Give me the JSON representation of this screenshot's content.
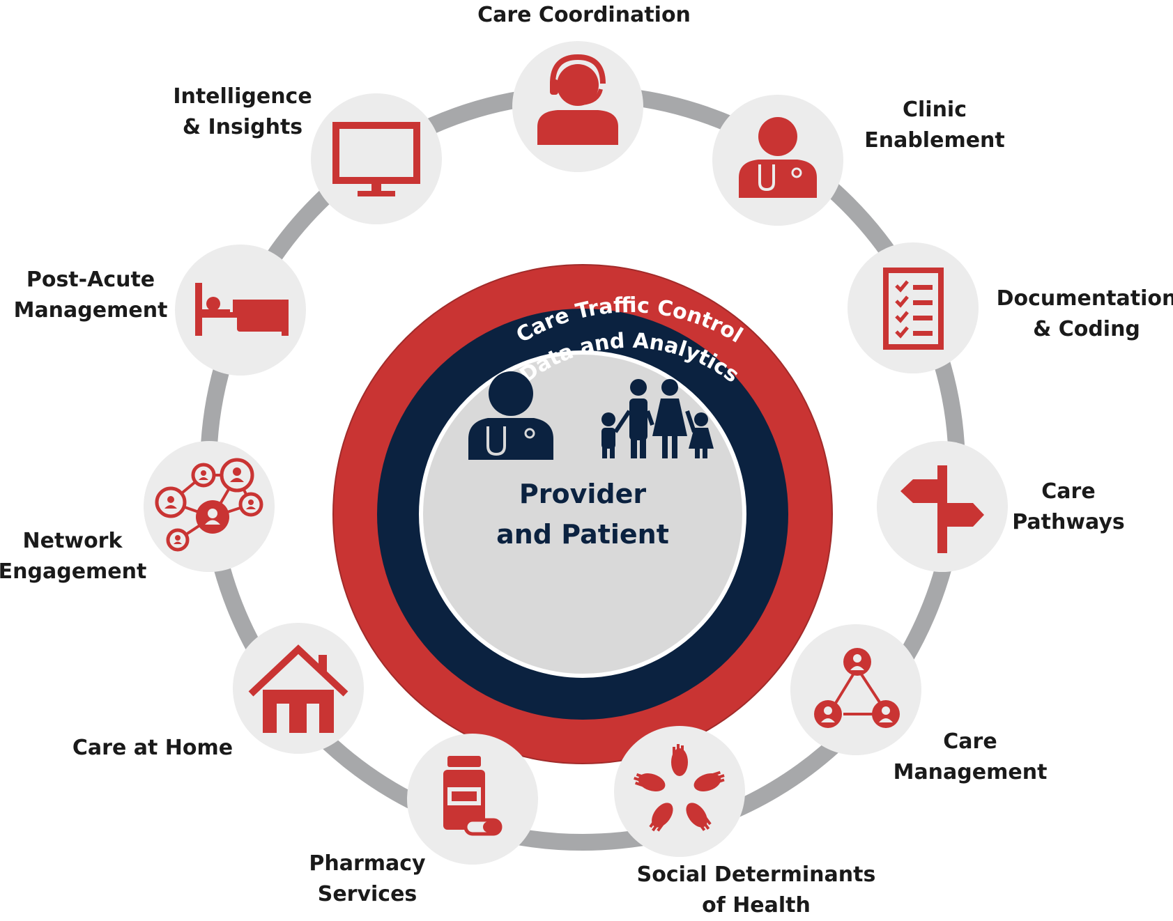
{
  "colors": {
    "accent_red": "#c93433",
    "navy": "#0b2240",
    "ring_gray": "#a7a8aa",
    "node_fill": "#ececec",
    "center_fill": "#d9d9d9"
  },
  "rings": {
    "outer_label": "Care Traffic Control",
    "inner_label": "Data and Analytics"
  },
  "center": {
    "title_line1": "Provider",
    "title_line2": "and Patient",
    "icons": [
      "provider-icon",
      "family-icon"
    ]
  },
  "nodes": [
    {
      "id": "care-coordination",
      "icon": "headset-user-icon",
      "label_lines": [
        "Care Coordination"
      ]
    },
    {
      "id": "clinic-enablement",
      "icon": "doctor-icon",
      "label_lines": [
        "Clinic",
        "Enablement"
      ]
    },
    {
      "id": "documentation-coding",
      "icon": "checklist-icon",
      "label_lines": [
        "Documentation",
        "& Coding"
      ]
    },
    {
      "id": "care-pathways",
      "icon": "signpost-icon",
      "label_lines": [
        "Care",
        "Pathways"
      ]
    },
    {
      "id": "care-management",
      "icon": "team-triangle-icon",
      "label_lines": [
        "Care",
        "Management"
      ]
    },
    {
      "id": "social-determinants",
      "icon": "hands-circle-icon",
      "label_lines": [
        "Social Determinants",
        "of Health"
      ]
    },
    {
      "id": "pharmacy-services",
      "icon": "pill-bottle-icon",
      "label_lines": [
        "Pharmacy",
        "Services"
      ]
    },
    {
      "id": "care-at-home",
      "icon": "house-icon",
      "label_lines": [
        "Care at Home"
      ]
    },
    {
      "id": "network-engagement",
      "icon": "network-icon",
      "label_lines": [
        "Network",
        "Engagement"
      ]
    },
    {
      "id": "post-acute-management",
      "icon": "hospital-bed-icon",
      "label_lines": [
        "Post-Acute",
        "Management"
      ]
    },
    {
      "id": "intelligence-insights",
      "icon": "monitor-icon",
      "label_lines": [
        "Intelligence",
        "& Insights"
      ]
    }
  ]
}
